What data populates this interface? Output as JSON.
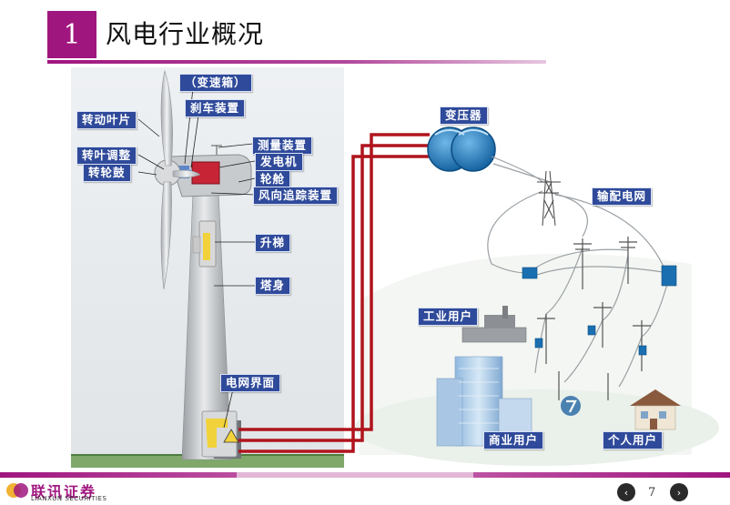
{
  "header": {
    "number": "1",
    "title": "风电行业概况"
  },
  "labels": {
    "gearbox": "（变速箱）",
    "rotor_blade": "转动叶片",
    "brake": "刹车装置",
    "pitch_adjust": "转叶调整",
    "measuring": "测量装置",
    "generator": "发电机",
    "hub": "转轮鼓",
    "nacelle": "轮舱",
    "yaw": "风向追踪装置",
    "elevator": "升梯",
    "tower": "塔身",
    "grid_interface": "电网界面",
    "transformer": "变压器",
    "transmission": "输配电网",
    "industrial": "工业用户",
    "commercial": "商业用户",
    "residential": "个人用户"
  },
  "footer": {
    "company_cn": "联讯证券",
    "company_en": "LIANXUN SECURITIES",
    "page": "7",
    "prev_icon": "‹",
    "next_icon": "›"
  },
  "colors": {
    "accent": "#a0167f",
    "label_bg": "#2f4a9a",
    "cable": "#b0141d",
    "transformer": "#1a6fb0"
  }
}
